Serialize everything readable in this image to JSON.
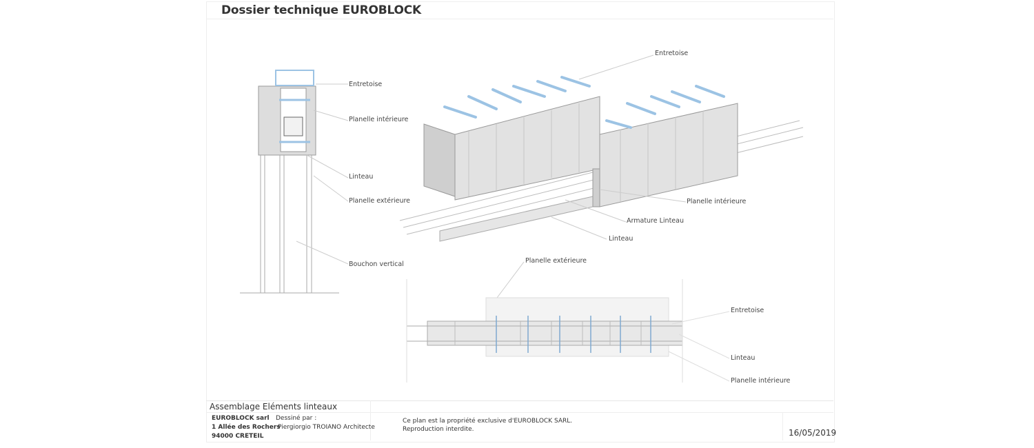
{
  "header": {
    "title": "Dossier technique EUROBLOCK"
  },
  "section_view": {
    "labels": [
      "Entretoise",
      "Planelle intérieure",
      "Linteau",
      "Planelle extérieure",
      "Bouchon vertical"
    ]
  },
  "iso_view": {
    "labels": [
      "Entretoise",
      "Planelle intérieure",
      "Armature Linteau",
      "Linteau",
      "Planelle extérieure"
    ]
  },
  "plan_view": {
    "labels": [
      "Entretoise",
      "Linteau",
      "Planelle intérieure"
    ]
  },
  "title_block": {
    "drawing_title": "Assemblage Eléments linteaux",
    "company": "EUROBLOCK sarl",
    "address_line1": "1 Allée des Rochers",
    "address_line2": "94000 CRETEIL",
    "drawn_by_label": "Dessiné par :",
    "drawn_by": "Piergiorgio TROIANO Architecte",
    "notice_line1": "Ce plan est la propriété exclusive d'EUROBLOCK SARL.",
    "notice_line2": "Reproduction interdite.",
    "date": "16/05/2019"
  },
  "colors": {
    "accent_blue": "#9cc3e4",
    "block_gray": "#d9d9d9",
    "line_gray": "#aaaaaa"
  }
}
